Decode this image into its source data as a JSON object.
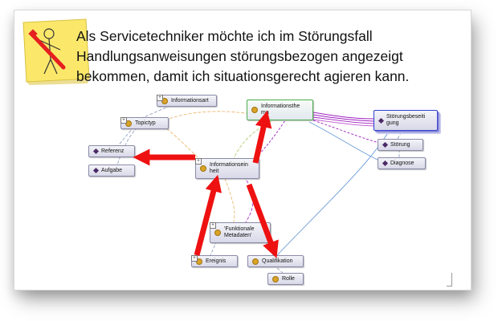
{
  "heading": {
    "line1": "Als Servicetechniker möchte ich im Störungsfall",
    "line2": "Handlungsanweisungen störungsbezogen angezeigt",
    "line3": "bekommen, damit ich situationsgerecht agieren kann."
  },
  "colors": {
    "arrow_red": "#ee1111",
    "class_dot": "#d9a326",
    "individual_diamond": "#4a2a66",
    "edge_purple": "#a020c0",
    "edge_orange": "#e8b060",
    "edge_blue": "#6e9cd8",
    "edge_green": "#a8c860"
  },
  "nodes": {
    "informationsart": "Informationsart",
    "topictyp": "Topictyp",
    "referenz": "Referenz",
    "aufgabe": "Aufgabe",
    "informationseinheit": "Informationsein heit",
    "informationsthema": "Informationsthe ma",
    "stoerungsbeseitigung": "Störungsbeseiti gung",
    "stoerung": "Störung",
    "diagnose": "Diagnose",
    "funktionale_metadaten": "'Funktionale Metadaten'",
    "ereignis": "Ereignis",
    "qualifikation": "Qualifikation",
    "rolle": "Rolle"
  }
}
